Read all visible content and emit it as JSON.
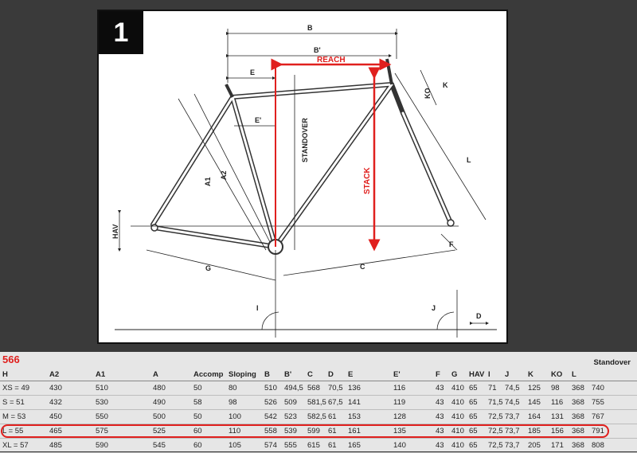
{
  "figure": {
    "number": "1",
    "labels": {
      "b": "B",
      "b_prime": "B'",
      "reach": "REACH",
      "e": "E",
      "k": "K",
      "ko": "KO",
      "e_prime": "E'",
      "standover": "STANDOVER",
      "stack": "STACK",
      "a1": "A1",
      "a2": "A2",
      "l": "L",
      "hav": "HAV",
      "g": "G",
      "f": "F",
      "c": "C",
      "i": "I",
      "j": "J",
      "d": "D"
    },
    "colors": {
      "accent": "#e0201e",
      "line": "#222222"
    }
  },
  "table": {
    "model": "566",
    "extra_header": "Standover",
    "headers": [
      "H",
      "A2",
      "A1",
      "A",
      "Accomp",
      "Sloping",
      "B",
      "B'",
      "C",
      "D",
      "E",
      "E'",
      "F",
      "G",
      "HAV",
      "I",
      "J",
      "K",
      "KO",
      "L",
      ""
    ],
    "rows": [
      [
        "XS = 49",
        "430",
        "510",
        "480",
        "50",
        "80",
        "510",
        "494,5",
        "568",
        "70,5",
        "136",
        "116",
        "43",
        "410",
        "65",
        "71",
        "74,5",
        "125",
        "98",
        "368",
        "740"
      ],
      [
        "S = 51",
        "432",
        "530",
        "490",
        "58",
        "98",
        "526",
        "509",
        "581,5",
        "67,5",
        "141",
        "119",
        "43",
        "410",
        "65",
        "71,5",
        "74,5",
        "145",
        "116",
        "368",
        "755"
      ],
      [
        "M = 53",
        "450",
        "550",
        "500",
        "50",
        "100",
        "542",
        "523",
        "582,5",
        "61",
        "153",
        "128",
        "43",
        "410",
        "65",
        "72,5",
        "73,7",
        "164",
        "131",
        "368",
        "767"
      ],
      [
        "L = 55",
        "465",
        "575",
        "525",
        "60",
        "110",
        "558",
        "539",
        "599",
        "61",
        "161",
        "135",
        "43",
        "410",
        "65",
        "72,5",
        "73,7",
        "185",
        "156",
        "368",
        "791"
      ],
      [
        "XL = 57",
        "485",
        "590",
        "545",
        "60",
        "105",
        "574",
        "555",
        "615",
        "61",
        "165",
        "140",
        "43",
        "410",
        "65",
        "72,5",
        "73,7",
        "205",
        "171",
        "368",
        "808"
      ]
    ],
    "highlight_row": "L = 55"
  }
}
